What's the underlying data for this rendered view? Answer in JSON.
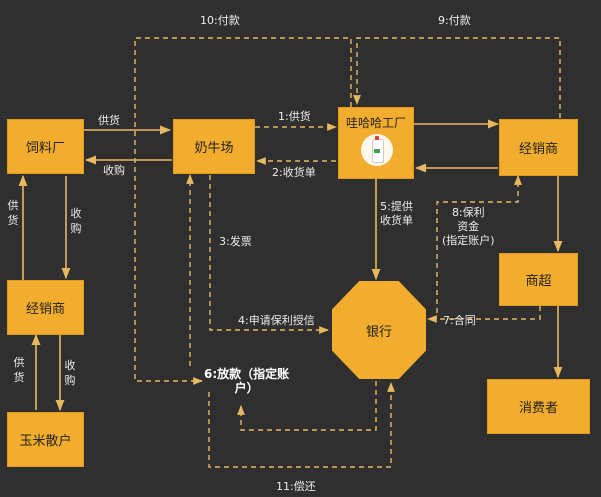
{
  "nodes": {
    "feed_factory": "饲料厂",
    "dairy_farm": "奶牛场",
    "wahaha_factory": "哇哈哈工厂",
    "distributor_right": "经销商",
    "distributor_left": "经销商",
    "corn_farmer": "玉米散户",
    "supermarket": "商超",
    "bank": "银行",
    "consumer": "消费者"
  },
  "labels": {
    "supply_feed_to_farm": "供货",
    "purchase_farm_from_feed": "收购",
    "step1_supply": "1:供货",
    "step2_receipt": "2:收货单",
    "step3_invoice": "3:发票",
    "step4_apply": "4:申请保利授信",
    "step5_provide": "5:提供\n收货单",
    "step6_loan": "6:放款（指定账\n户）",
    "step7_contract": "7:合同",
    "step8_factoring": "8:保利\n资金\n(指定账户)",
    "step9_pay": "9:付款",
    "step10_pay": "10:付款",
    "step11_repay": "11:偿还",
    "left_supply_up": "供货",
    "left_purchase_down": "收购",
    "left2_supply_up": "供货",
    "left2_purchase_down": "收购"
  },
  "colors": {
    "background": "#2f2f2f",
    "node_fill": "#f2ad2e",
    "edge": "#e8b860",
    "text_light": "#ececec"
  },
  "icons": {
    "factory_image": "milk-bottle-icon"
  }
}
